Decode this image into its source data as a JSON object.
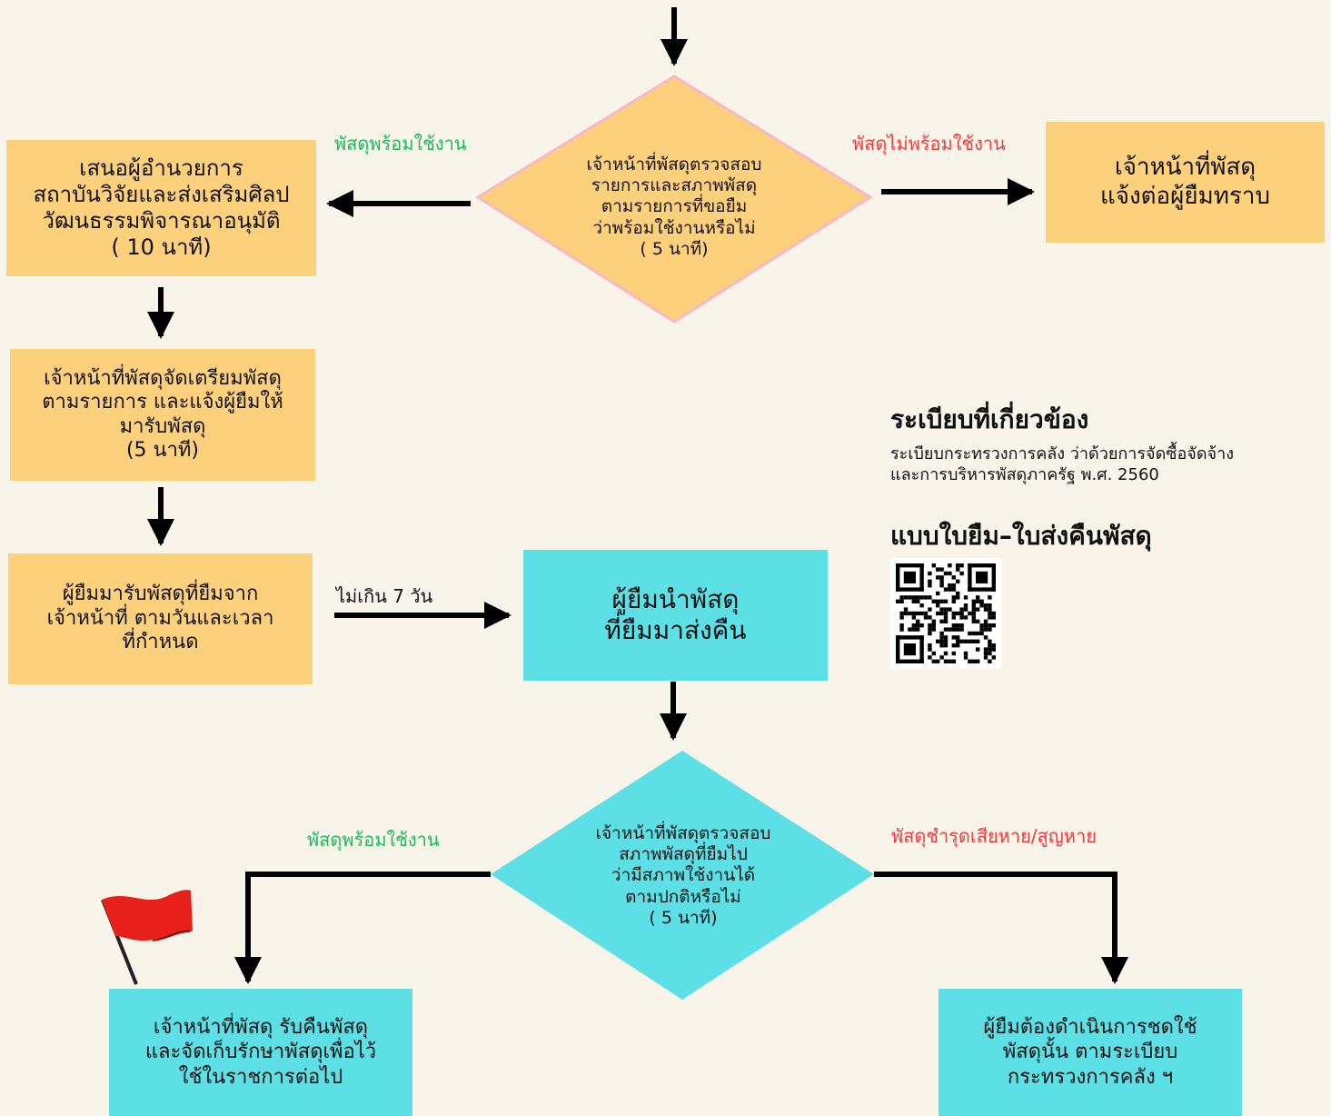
{
  "nodes": {
    "top_diamond": "เจ้าหน้าที่พัสดุตรวจสอบ\nรายการและสภาพพัสดุ\nตามรายการที่ขอยืม\nว่าพร้อมใช้งานหรือไม่\n( 5 นาที)",
    "propose_director": "เสนอผู้อำนวยการ\nสถาบันวิจัยและส่งเสริมศิลป\nวัฒนธรรมพิจารณาอนุมัติ\n( 10 นาที)",
    "notify_borrower": "เจ้าหน้าที่พัสดุ\nแจ้งต่อผู้ยืมทราบ",
    "prepare_items": "เจ้าหน้าที่พัสดุจัดเตรียมพัสดุ\nตามรายการ และแจ้งผู้ยืมให้\nมารับพัสดุ\n(5 นาที)",
    "receive_items": "ผู้ยืมมารับพัสดุที่ยืมจาก\nเจ้าหน้าที่ ตามวันและเวลา\nที่กำหนด",
    "return_items": "ผู้ยืมนำพัสดุ\nที่ยืมมาส่งคืน",
    "bottom_diamond": "เจ้าหน้าที่พัสดุตรวจสอบ\nสภาพพัสดุที่ยืมไป\nว่ามีสภาพใช้งานได้\nตามปกติหรือไม่\n( 5 นาที)",
    "store_items": "เจ้าหน้าที่พัสดุ รับคืนพัสดุ\nและจัดเก็บรักษาพัสดุเพื่อไว้\nใช้ในราชการต่อไป",
    "compensate": "ผู้ยืมต้องดำเนินการชดใช้\nพัสดุนั้น ตามระเบียบ\nกระทรวงการคลัง ฯ"
  },
  "edge_labels": {
    "ready_top": "พัสดุพร้อมใช้งาน",
    "not_ready_top": "พัสดุไม่พร้อมใช้งาน",
    "within_7_days": "ไม่เกิน 7 วัน",
    "ready_bottom": "พัสดุพร้อมใช้งาน",
    "damaged_lost": "พัสดุชำรุดเสียหาย/สูญหาย"
  },
  "regulations": {
    "heading": "ระเบียบที่เกี่ยวข้อง",
    "text": "ระเบียบกระทรวงการคลัง ว่าด้วยการจัดซื้อจัดจ้าง\nและการบริหารพัสดุภาครัฐ พ.ศ. 2560"
  },
  "form_heading": "แบบใบยืม–ใบส่งคืนพัสดุ",
  "colors": {
    "process_orange": "#fdd17b",
    "process_cyan": "#5ce0e6",
    "diamond_border": "#f7b8c8",
    "positive_label": "#1dba5c",
    "negative_label": "#ee3b3b",
    "flag": "#e8201c"
  }
}
